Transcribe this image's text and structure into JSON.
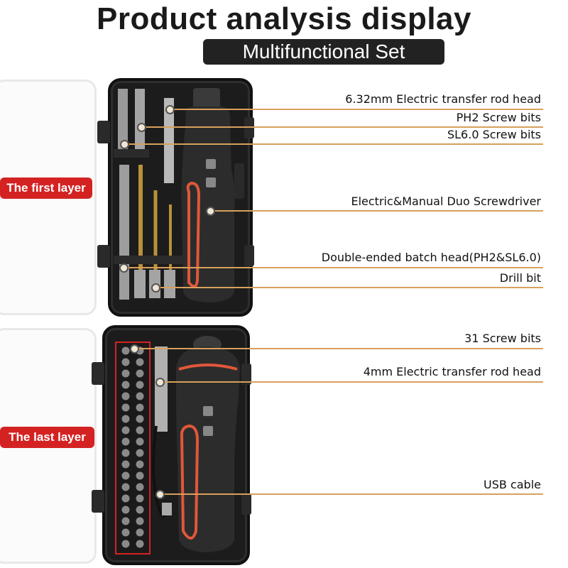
{
  "title": "Product analysis display",
  "subtitle": "Multifunctional Set",
  "layers": {
    "first": "The first layer",
    "last": "The last layer"
  },
  "callouts": [
    {
      "text": "6.32mm Electric transfer rod head"
    },
    {
      "text": "PH2 Screw bits"
    },
    {
      "text": "SL6.0 Screw bits"
    },
    {
      "text": "Electric&Manual Duo Screwdriver"
    },
    {
      "text": "Double-ended batch head(PH2&SL6.0)"
    },
    {
      "text": "Drill bit"
    },
    {
      "text": "31 Screw bits"
    },
    {
      "text": "4mm Electric transfer rod head"
    },
    {
      "text": "USB cable"
    }
  ],
  "colors": {
    "accent": "#d42222",
    "leader": "#d9a05b",
    "case": "#1c1c1c",
    "handle_trim": "#e0573a"
  }
}
